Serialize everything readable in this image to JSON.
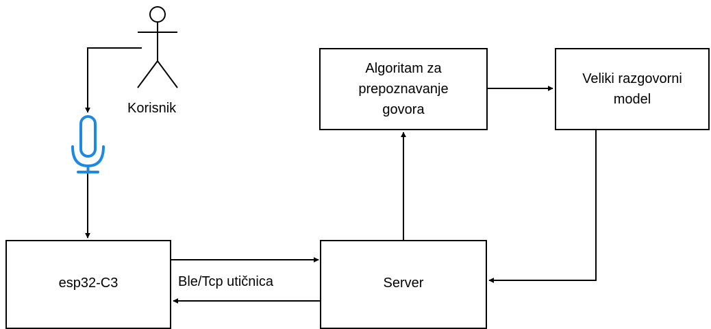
{
  "actor": {
    "label": "Korisnik"
  },
  "nodes": {
    "speech_recognition": {
      "label": "Algoritam za prepoznavanje govora"
    },
    "language_model": {
      "label": "Veliki razgovorni model"
    },
    "device": {
      "label": "esp32-C3"
    },
    "server": {
      "label": "Server"
    }
  },
  "edges": {
    "device_server": {
      "label": "Ble/Tcp utičnica"
    }
  },
  "colors": {
    "line": "#000000",
    "microphone": "#1e88e5"
  }
}
